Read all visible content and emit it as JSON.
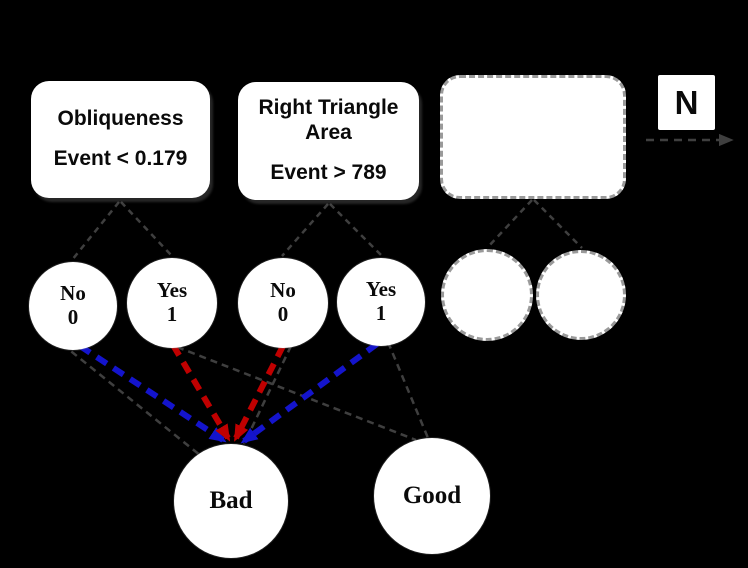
{
  "diagram": {
    "legend": {
      "label": "N"
    },
    "rule_boxes": [
      {
        "id": "obliqueness",
        "title": "Obliqueness",
        "condition": "Event < 0.179",
        "outline": "solid"
      },
      {
        "id": "right-triangle-area",
        "title": "Right Triangle Area",
        "condition": "Event > 789",
        "outline": "solid"
      },
      {
        "id": "empty",
        "title": "",
        "condition": "",
        "outline": "dashed"
      }
    ],
    "answer_nodes": [
      {
        "id": "obliqueness-no",
        "label": "No",
        "value": "0",
        "outline": "solid"
      },
      {
        "id": "obliqueness-yes",
        "label": "Yes",
        "value": "1",
        "outline": "solid"
      },
      {
        "id": "rta-no",
        "label": "No",
        "value": "0",
        "outline": "solid"
      },
      {
        "id": "rta-yes",
        "label": "Yes",
        "value": "1",
        "outline": "solid"
      },
      {
        "id": "empty-left",
        "label": "",
        "value": "",
        "outline": "dashed"
      },
      {
        "id": "empty-right",
        "label": "",
        "value": "",
        "outline": "dashed"
      }
    ],
    "outcome_nodes": [
      {
        "id": "bad",
        "label": "Bad"
      },
      {
        "id": "good",
        "label": "Good"
      }
    ],
    "edges": [
      {
        "from": "obliqueness",
        "to": "obliqueness-no",
        "style": "tree-dashed"
      },
      {
        "from": "obliqueness",
        "to": "obliqueness-yes",
        "style": "tree-dashed"
      },
      {
        "from": "right-triangle-area",
        "to": "rta-no",
        "style": "tree-dashed"
      },
      {
        "from": "right-triangle-area",
        "to": "rta-yes",
        "style": "tree-dashed"
      },
      {
        "from": "empty",
        "to": "empty-left",
        "style": "tree-dashed"
      },
      {
        "from": "empty",
        "to": "empty-right",
        "style": "tree-dashed"
      },
      {
        "from": "obliqueness-no",
        "to": "bad",
        "style": "tree-dashed"
      },
      {
        "from": "obliqueness-yes",
        "to": "good",
        "style": "tree-dashed"
      },
      {
        "from": "rta-no",
        "to": "bad",
        "style": "tree-dashed"
      },
      {
        "from": "rta-yes",
        "to": "good",
        "style": "tree-dashed"
      },
      {
        "from": "obliqueness-no",
        "to": "bad",
        "style": "rule-blue-arrow"
      },
      {
        "from": "obliqueness-yes",
        "to": "bad",
        "style": "rule-red-arrow"
      },
      {
        "from": "rta-no",
        "to": "bad",
        "style": "rule-red-arrow"
      },
      {
        "from": "rta-yes",
        "to": "bad",
        "style": "rule-blue-arrow"
      },
      {
        "from": "legend-n",
        "to": "right",
        "style": "tree-dashed-arrow"
      }
    ],
    "colors": {
      "background": "#000000",
      "node_fill": "#ffffff",
      "text": "#0a0a0a",
      "rule_blue": "#1414cc",
      "rule_red": "#c00000",
      "tree_edge": "#3f3f3f",
      "dashed_outline": "#9a9a9a"
    }
  }
}
